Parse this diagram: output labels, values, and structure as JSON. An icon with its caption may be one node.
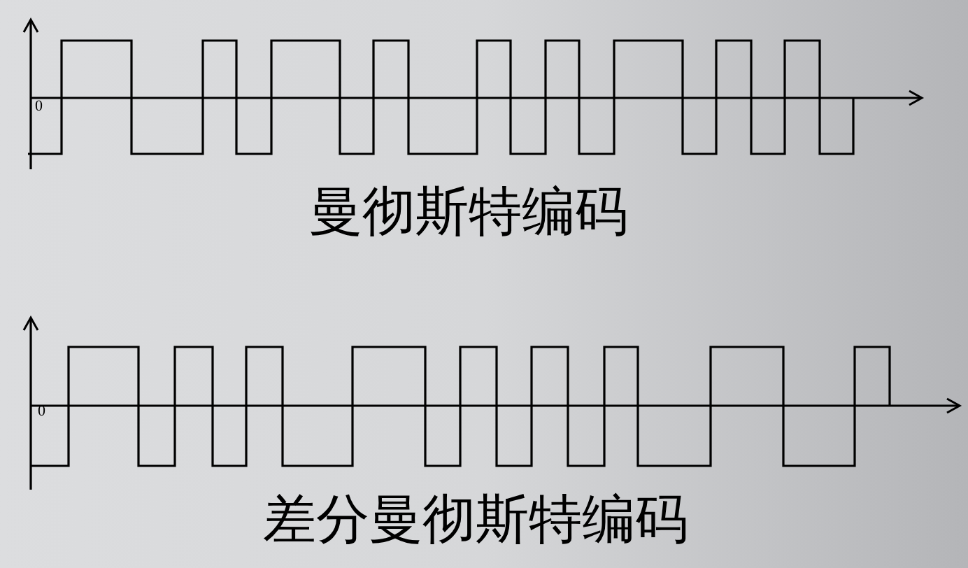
{
  "diagram": {
    "labels": [
      "0",
      "曼彻斯特编码",
      "0",
      "差分曼彻斯特编码"
    ]
  }
}
